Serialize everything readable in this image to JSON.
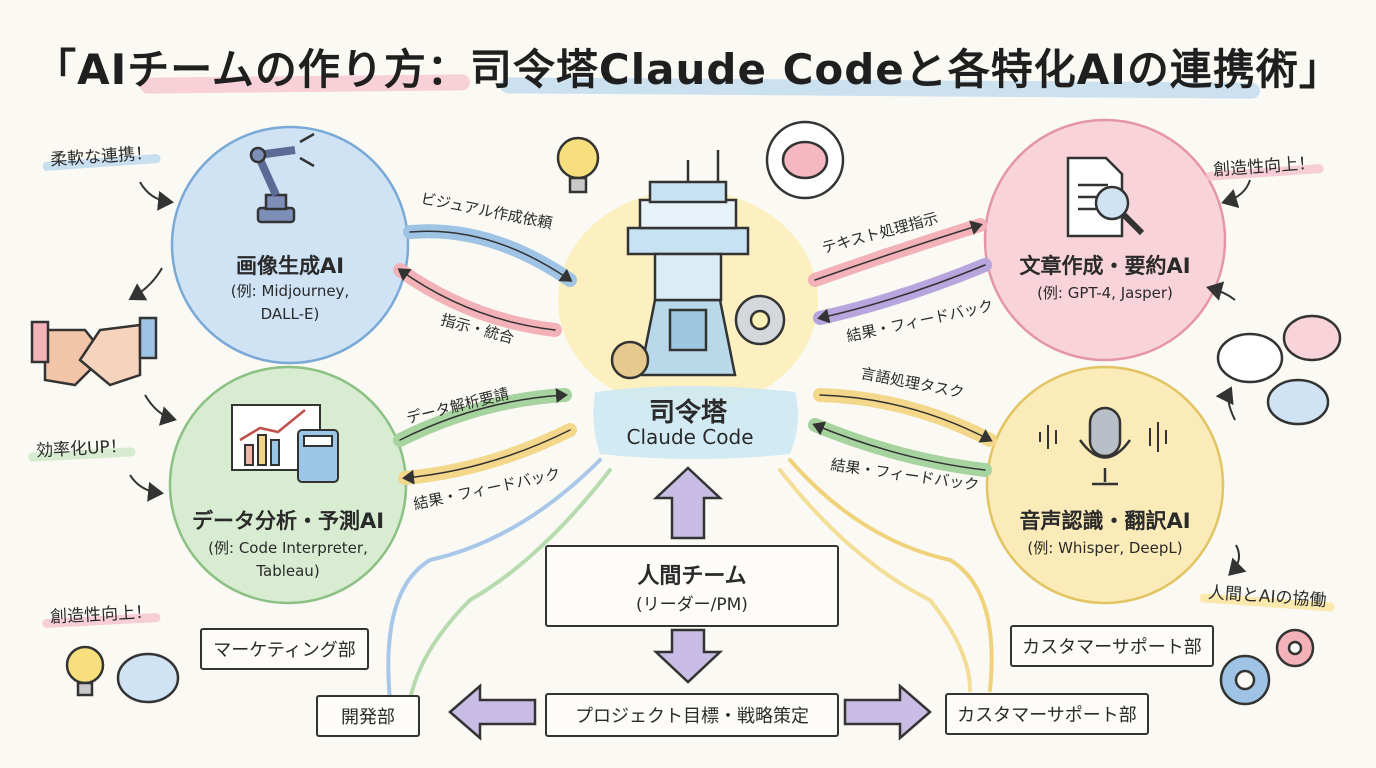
{
  "title": "「AIチームの作り方：司令塔Claude Codeと各特化AIの連携術」",
  "hub": {
    "title": "司令塔",
    "subtitle": "Claude Code"
  },
  "nodes": {
    "image": {
      "title": "画像生成AI",
      "sub1": "(例: Midjourney,",
      "sub2": "DALL-E)"
    },
    "data": {
      "title": "データ分析・予測AI",
      "sub1": "(例: Code Interpreter,",
      "sub2": "Tableau)"
    },
    "text": {
      "title": "文章作成・要約AI",
      "sub1": "(例: GPT-4, Jasper)"
    },
    "voice": {
      "title": "音声認識・翻訳AI",
      "sub1": "(例: Whisper, DeepL)"
    }
  },
  "arrows": {
    "image_out": "ビジュアル作成依頼",
    "image_in": "指示・統合",
    "data_out": "データ解析要請",
    "data_in": "結果・フィードバック",
    "text_out": "テキスト処理指示",
    "text_in": "結果・フィードバック",
    "voice_out": "言語処理タスク",
    "voice_in": "結果・フィードバック"
  },
  "tags": {
    "flexible": "柔軟な連携！",
    "efficiency": "効率化UP！",
    "creativity_left": "創造性向上！",
    "creativity_right": "創造性向上！",
    "collab": "人間とAIの協働"
  },
  "human_team": {
    "title": "人間チーム",
    "sub": "(リーダー/PM)"
  },
  "project": "プロジェクト目標・戦略策定",
  "departments": {
    "marketing": "マーケティング部",
    "dev": "開発部",
    "cs1": "カスタマーサポート部",
    "cs2": "カスタマーサポート部"
  },
  "colors": {
    "blue": "#cfe3f5",
    "green": "#d8ecd2",
    "pink": "#f8d4da",
    "yellow": "#fbebb8",
    "hub": "#cde8f3",
    "arrow_purple": "#c9bde6"
  }
}
